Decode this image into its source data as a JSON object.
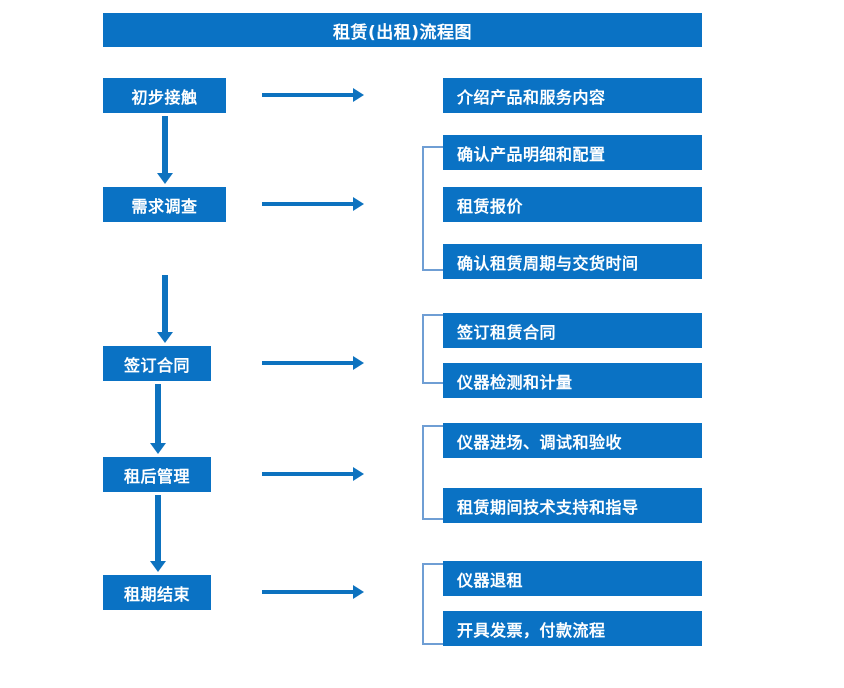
{
  "title": {
    "text": "租赁(出租)流程图"
  },
  "colors": {
    "box_blue": "#0a72c4",
    "arrow_blue": "#0d72bf",
    "bracket_blue": "#6f9ed4",
    "text_white": "#ffffff",
    "background": "#ffffff"
  },
  "stages": [
    {
      "id": "stage-1",
      "label": "初步接触"
    },
    {
      "id": "stage-2",
      "label": "需求调查"
    },
    {
      "id": "stage-3",
      "label": "签订合同"
    },
    {
      "id": "stage-4",
      "label": "租后管理"
    },
    {
      "id": "stage-5",
      "label": "租期结束"
    }
  ],
  "details": [
    {
      "id": "detail-1",
      "label": "介绍产品和服务内容"
    },
    {
      "id": "detail-2",
      "label": "确认产品明细和配置"
    },
    {
      "id": "detail-3",
      "label": "租赁报价"
    },
    {
      "id": "detail-4",
      "label": "确认租赁周期与交货时间"
    },
    {
      "id": "detail-5",
      "label": "签订租赁合同"
    },
    {
      "id": "detail-6",
      "label": "仪器检测和计量"
    },
    {
      "id": "detail-7",
      "label": "仪器进场、调试和验收"
    },
    {
      "id": "detail-8",
      "label": "租赁期间技术支持和指导"
    },
    {
      "id": "detail-9",
      "label": "仪器退租"
    },
    {
      "id": "detail-10",
      "label": "开具发票，付款流程"
    }
  ],
  "connectors": {
    "horizontal_arrows": 5,
    "vertical_arrows": 4,
    "brackets": 4
  }
}
